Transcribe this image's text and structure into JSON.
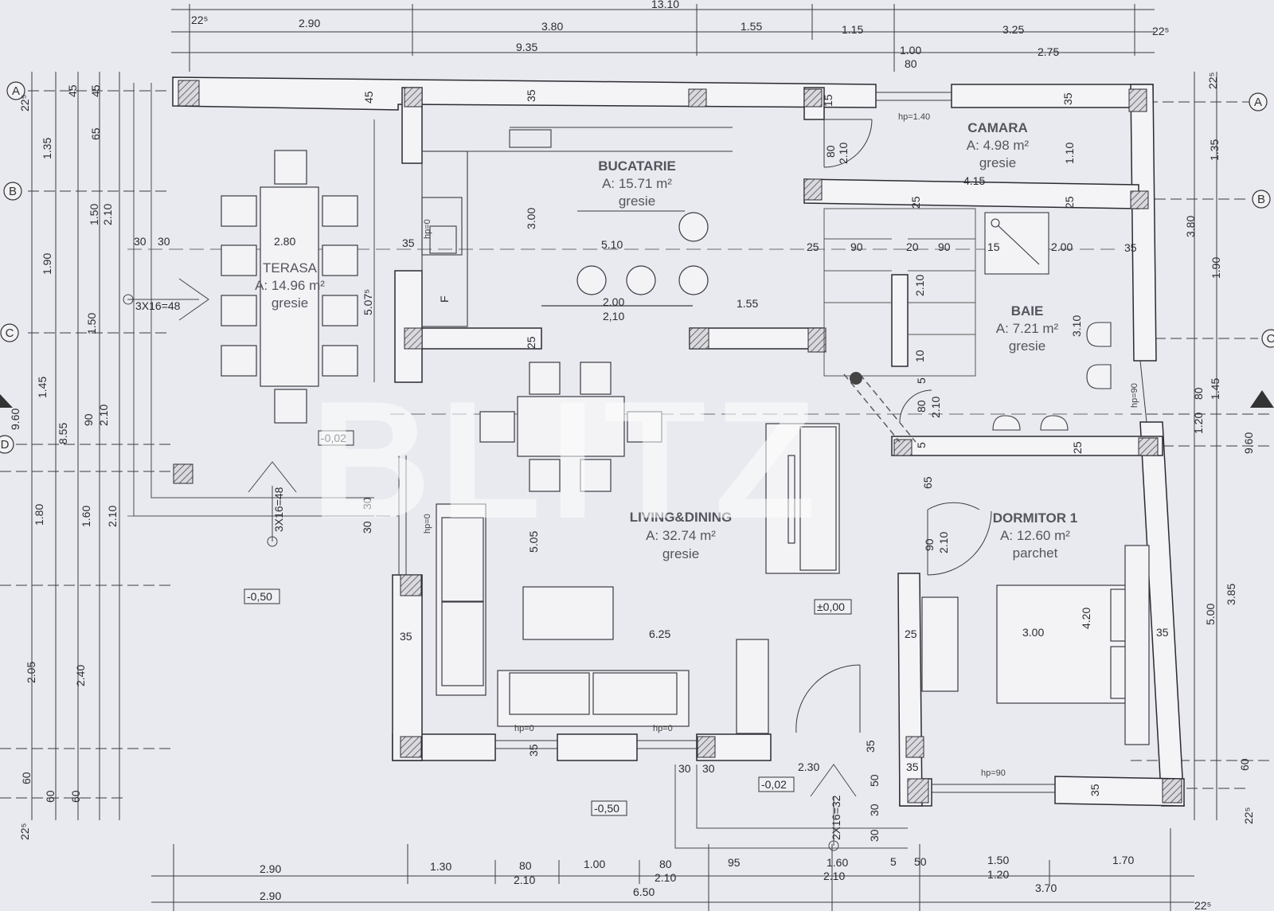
{
  "watermark": "BLITZ",
  "rooms": {
    "bucatarie": {
      "name": "BUCATARIE",
      "area": "A: 15.71 m²",
      "floor": "gresie"
    },
    "camara": {
      "name": "CAMARA",
      "area": "A: 4.98 m²",
      "floor": "gresie"
    },
    "terasa": {
      "name": "TERASA",
      "area": "A: 14.96 m²",
      "floor": "gresie"
    },
    "baie": {
      "name": "BAIE",
      "area": "A: 7.21 m²",
      "floor": "gresie"
    },
    "living": {
      "name": "LIVING&DINING",
      "area": "A: 32.74 m²",
      "floor": "gresie"
    },
    "dormitor": {
      "name": "DORMITOR 1",
      "area": "A: 12.60 m²",
      "floor": "parchet"
    }
  },
  "axes": {
    "a": "A",
    "b": "B",
    "c": "C",
    "d": "D"
  },
  "levels": {
    "terasa": "-0,02",
    "outside_left": "-0,50",
    "interior": "±0,00",
    "entrance": "-0,02",
    "outside_bottom": "-0,50"
  },
  "stairs": {
    "terasa_side": "3X16=48",
    "terasa_bottom": "3X16=48",
    "entrance": "2X16=32"
  },
  "top_dims": {
    "total": "13.10",
    "t1": "22⁵",
    "t2": "2.90",
    "t3": "3.80",
    "t4": "1.55",
    "t5": "1.15",
    "t6": "3.25",
    "t7": "22⁵",
    "t8": "9.35",
    "t9": "1.00",
    "t10": "80",
    "t11": "2.75"
  },
  "bottom_dims": {
    "b1": "2.90",
    "b2": "1.30",
    "b3": "80",
    "b4": "2.10",
    "b5": "1.00",
    "b6": "80",
    "b7": "2.10",
    "b8": "95",
    "b9": "1.60",
    "b10": "2.10",
    "b11": "5",
    "b12": "50",
    "b13": "1.50",
    "b14": "1.20",
    "b15": "1.70",
    "b16": "2.90",
    "b17": "6.50",
    "b18": "3.70",
    "b19": "22⁵"
  },
  "left_dims": {
    "l1": "22⁵",
    "l2": "1.35",
    "l3": "1.90",
    "l4": "1.45",
    "l5": "9.60",
    "l6": "1.80",
    "l7": "2.05",
    "l8": "60",
    "l9": "22⁵",
    "l10": "45",
    "l11": "45",
    "l12": "65",
    "l13": "1.50",
    "l14": "2.10",
    "l15": "1.50",
    "l16": "8.55",
    "l17": "90",
    "l18": "2.10",
    "l19": "1.60",
    "l20": "2.10",
    "l21": "2.40",
    "l22": "60",
    "l23": "60"
  },
  "right_dims": {
    "r1": "22⁵",
    "r2": "1.35",
    "r3": "3.80",
    "r4": "1.90",
    "r5": "80",
    "r6": "1.20",
    "r7": "1.45",
    "r8": "9.60",
    "r9": "5.00",
    "r10": "3.85",
    "r11": "60",
    "r12": "22⁵"
  },
  "inner_dims": {
    "i1": "45",
    "i2": "35",
    "i3": "15",
    "i4": "35",
    "i5": "80",
    "i6": "2.10",
    "i7": "hp=1.40",
    "i8": "1.10",
    "i9": "4.15",
    "i10": "30",
    "i11": "30",
    "i12": "2.80",
    "i13": "35",
    "i14": "3.00",
    "i15": "5.10",
    "i16": "25",
    "i17": "90",
    "i18": "20",
    "i19": "90",
    "i20": "15",
    "i21": "2.00",
    "i22": "35",
    "i23": "25",
    "i24": "25",
    "i25": "5.07⁵",
    "i26": "2.00",
    "i27": "2,10",
    "i28": "1.55",
    "i29": "2.10",
    "i30": "3.10",
    "i31": "25",
    "i32": "10",
    "i33": "5",
    "i34": "80",
    "i35": "2.10",
    "i36": "hp=0",
    "i37": "hp=90",
    "i38": "5",
    "i39": "25",
    "i40": "65",
    "i41": "30",
    "i42": "30",
    "i43": "hp=0",
    "i44": "5.05",
    "i45": "90",
    "i46": "2.10",
    "i47": "35",
    "i48": "6.25",
    "i49": "25",
    "i50": "3.00",
    "i51": "4.20",
    "i52": "35",
    "i53": "hp=0",
    "i54": "hp=0",
    "i55": "35",
    "i56": "30",
    "i57": "30",
    "i58": "2.30",
    "i59": "35",
    "i60": "35",
    "i61": "50",
    "i62": "30",
    "i63": "30",
    "i64": "hp=90",
    "i65": "35",
    "i66": "F"
  }
}
